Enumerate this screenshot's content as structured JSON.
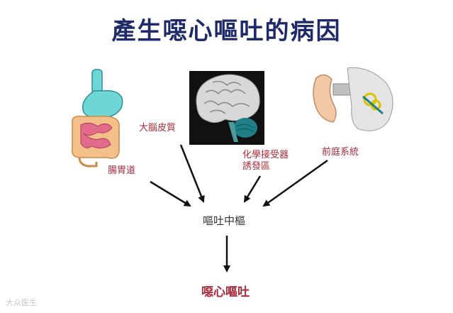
{
  "diagram": {
    "title": "產生噁心嘔吐的病因",
    "causes": {
      "gi_tract": "腸胃道",
      "cerebral_cortex": "大腦皮質",
      "chemoreceptor_line1": "化學接受器",
      "chemoreceptor_line2": "誘發區",
      "vestibular": "前庭系統"
    },
    "center": "嘔吐中樞",
    "result": "噁心嘔吐"
  },
  "watermark": "大众医生",
  "colors": {
    "title": "#1f2a6b",
    "label": "#a62a3a",
    "arrow": "#111111",
    "brain_bg": "#111111",
    "cerebellum": "#1e7f86"
  }
}
